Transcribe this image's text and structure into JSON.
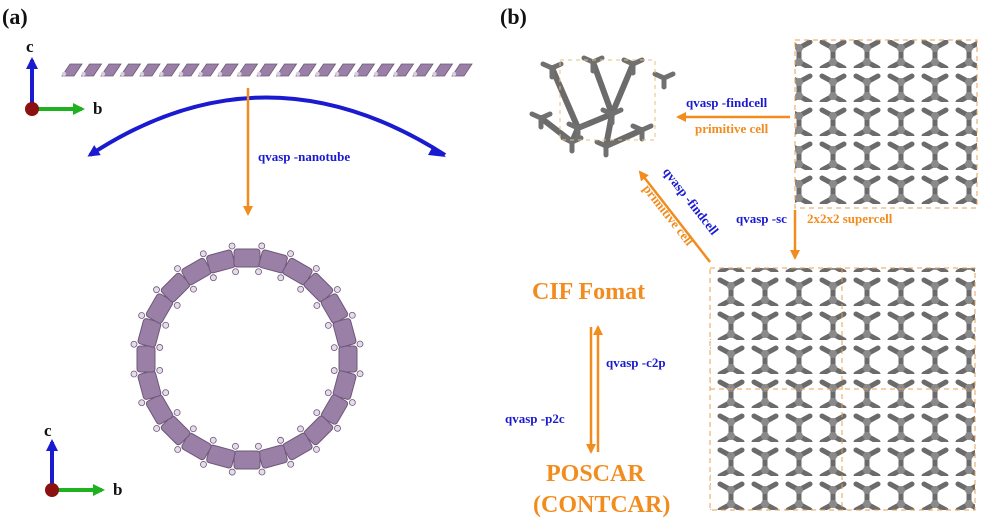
{
  "panel_a": {
    "label": "(a)",
    "axes_top": {
      "c": "c",
      "b": "b"
    },
    "axes_bottom": {
      "c": "c",
      "b": "b"
    },
    "command": "qvasp -nanotube"
  },
  "panel_b": {
    "label": "(b)",
    "findcell_cmd": "qvasp -findcell",
    "primitive_label_top": "primitive cell",
    "findcell_cmd_diag": "qvasp -findcell",
    "primitive_label_diag": "primitive cell",
    "sc_cmd": "qvasp -sc",
    "supercell_label": "2x2x2 supercell",
    "cif_label": "CIF Fomat",
    "c2p_cmd": "qvasp -c2p",
    "p2c_cmd": "qvasp -p2c",
    "poscar_label": "POSCAR",
    "contcar_label": "(CONTCAR)"
  },
  "colors": {
    "command_blue": "#1a1ad0",
    "label_orange": "#f28c1e",
    "layer_purple": "#9a7fa6",
    "crystal_gray": "#6e6e6e",
    "axis_c": "#1a1ad0",
    "axis_b": "#1fb21f",
    "origin": "#8b1010"
  }
}
